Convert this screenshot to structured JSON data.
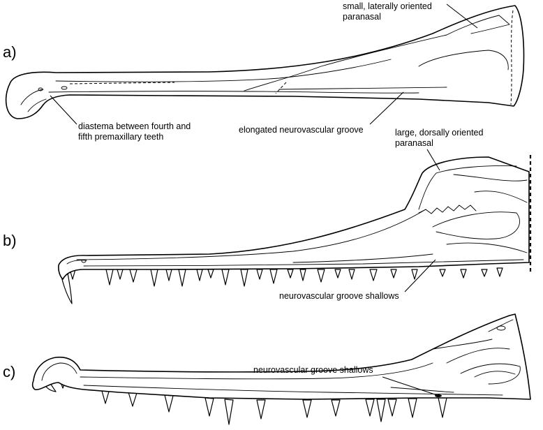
{
  "panels": {
    "a": {
      "label": "a)",
      "annotations": {
        "paranasal_line1": "small, laterally oriented",
        "paranasal_line2": "paranasal",
        "diastema_line1": "diastema between fourth and",
        "diastema_line2": "fifth premaxillary teeth",
        "groove": "elongated neurovascular groove"
      }
    },
    "b": {
      "label": "b)",
      "annotations": {
        "paranasal_line1": "large, dorsally oriented",
        "paranasal_line2": "paranasal",
        "groove": "neurovascular groove shallows"
      }
    },
    "c": {
      "label": "c)",
      "annotations": {
        "groove": "neurovascular groove shallows"
      }
    }
  }
}
